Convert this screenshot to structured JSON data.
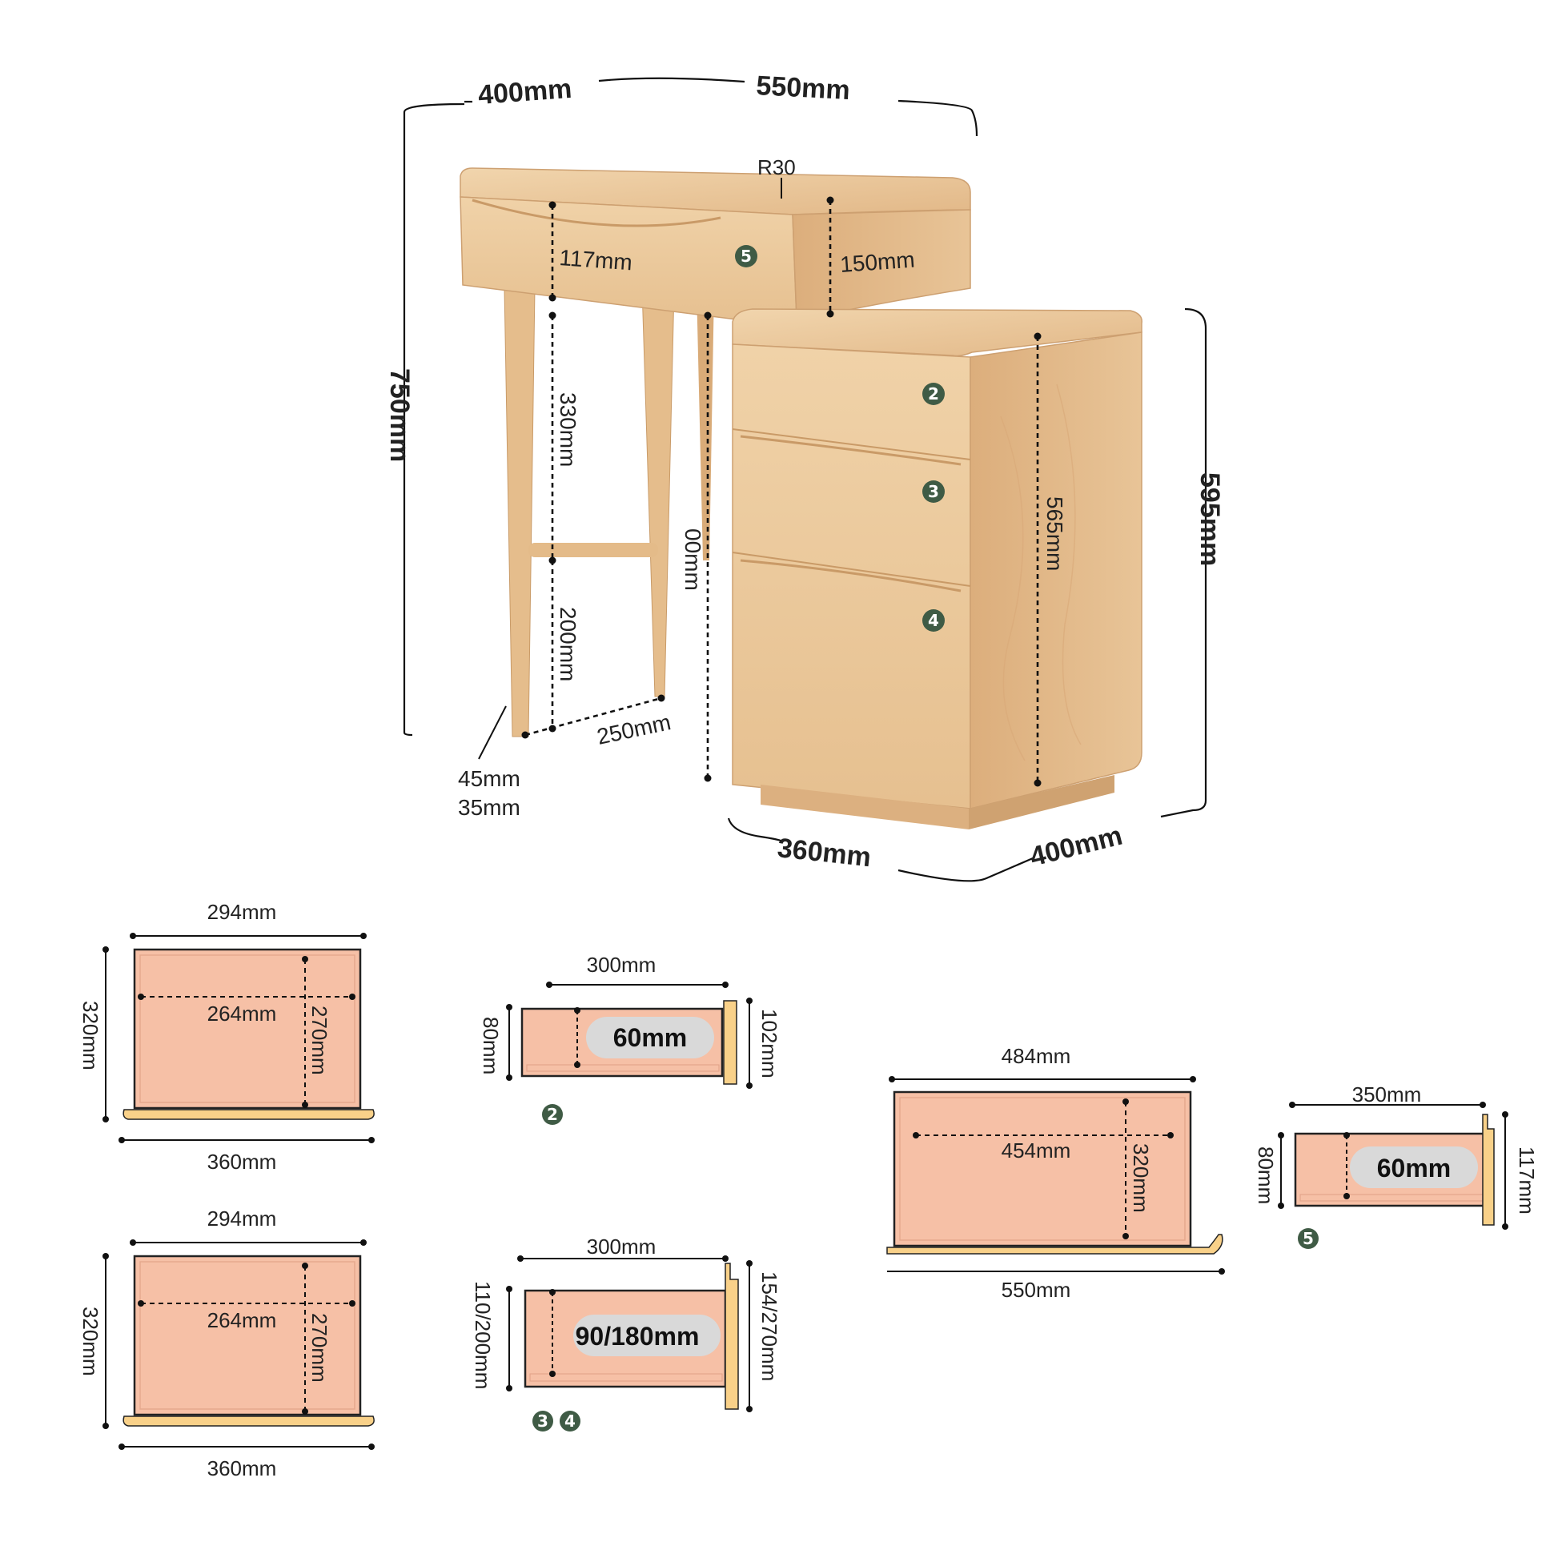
{
  "product": {
    "top_depth": "400mm",
    "top_width": "550mm",
    "corner_radius": "R30",
    "top_drawer_inner_height": "117mm",
    "top_drawer_height": "150mm",
    "overall_height": "750mm",
    "upper_leg_segment": "330mm",
    "lower_leg_segment": "200mm",
    "floor_clearance": "00mm",
    "leg_spacing": "250mm",
    "leg_size_top": "45mm",
    "leg_size_bottom": "35mm",
    "cabinet_inner_height": "565mm",
    "cabinet_height": "595mm",
    "cabinet_width": "360mm",
    "cabinet_depth": "400mm",
    "badges": [
      "2",
      "3",
      "4",
      "5"
    ]
  },
  "drawers": {
    "plan_a": {
      "top_width": "294mm",
      "inner_width": "264mm",
      "inner_depth": "270mm",
      "depth": "320mm",
      "bottom_width": "360mm"
    },
    "plan_b": {
      "top_width": "294mm",
      "inner_width": "264mm",
      "inner_depth": "270mm",
      "depth": "320mm",
      "bottom_width": "360mm"
    },
    "side_2": {
      "length": "300mm",
      "inner_height": "80mm",
      "usable_height": "60mm",
      "front_height": "102mm",
      "badge": "2"
    },
    "side_34": {
      "length": "300mm",
      "inner_height": "110/200mm",
      "usable_height": "90/180mm",
      "front_height": "154/270mm",
      "badges": [
        "3",
        "4"
      ]
    },
    "plan_top": {
      "top_width": "484mm",
      "inner_width": "454mm",
      "inner_depth": "320mm",
      "bottom_width": "550mm"
    },
    "side_5": {
      "length": "350mm",
      "inner_height": "80mm",
      "usable_height": "60mm",
      "front_height": "117mm",
      "badge": "5"
    }
  },
  "colors": {
    "wood": "#e9c597",
    "wood_dark": "#d3a574",
    "wood_light": "#f3d8b2",
    "drawer_fill": "#f6c0a6",
    "drawer_front": "#f9d189",
    "badge": "#3f5b45",
    "pill": "#d9d9d9"
  }
}
